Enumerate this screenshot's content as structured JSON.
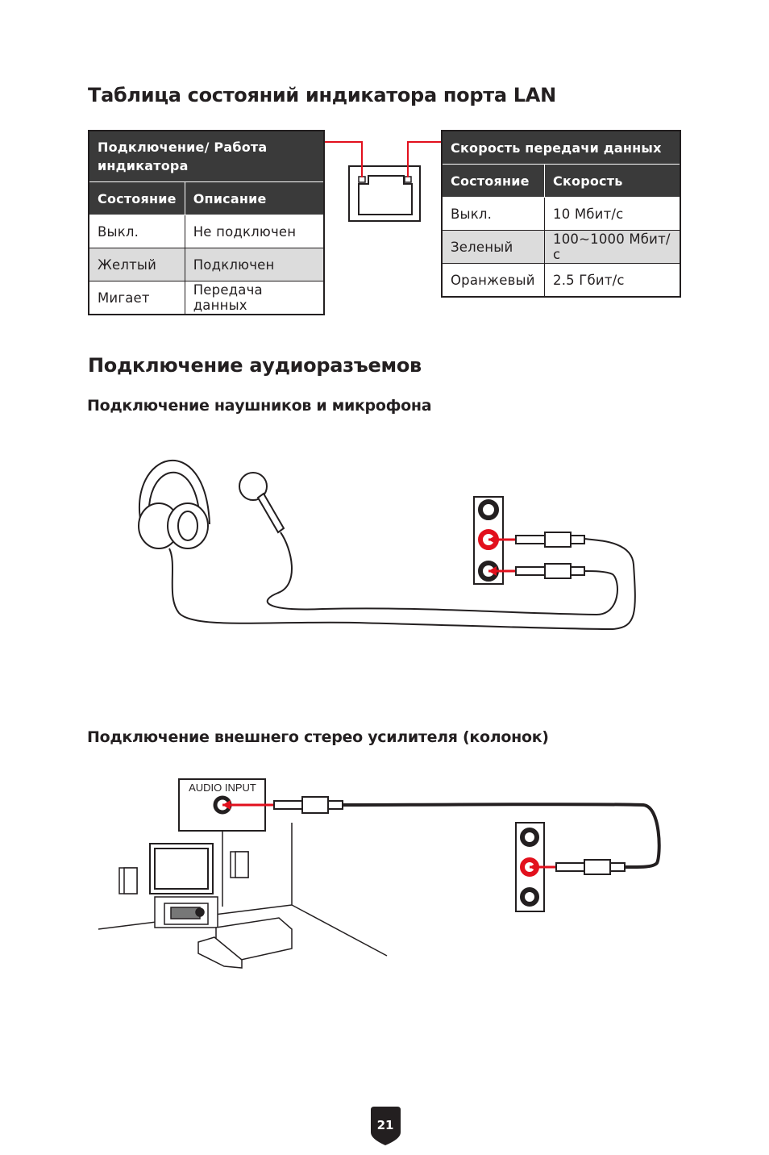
{
  "lan": {
    "title": "Таблица состояний индикатора порта LAN",
    "left_table": {
      "header": "Подключение/ Работа индикатора",
      "col1": "Состояние",
      "col2": "Описание",
      "rows": [
        [
          "Выкл.",
          "Не подключен"
        ],
        [
          "Желтый",
          "Подключен"
        ],
        [
          "Мигает",
          "Передача данных"
        ]
      ]
    },
    "right_table": {
      "header": "Скорость передачи данных",
      "col1": "Состояние",
      "col2": "Скорость",
      "rows": [
        [
          "Выкл.",
          "10 Мбит/с"
        ],
        [
          "Зеленый",
          "100~1000 Мбит/с"
        ],
        [
          "Оранжевый",
          "2.5 Гбит/с"
        ]
      ]
    }
  },
  "audio": {
    "title": "Подключение аудиоразъемов",
    "headset_title": "Подключение наушников и микрофона",
    "amp_title": "Подключение внешнего стерео усилителя (колонок)",
    "audio_input_label": "AUDIO INPUT"
  },
  "page_number": "21",
  "colors": {
    "accent": "#e2101d",
    "header_bg": "#3a3a3a",
    "alt_row": "#dcdcdc",
    "ink": "#231f20"
  },
  "icons": [
    "lan-port-icon",
    "headphones-icon",
    "microphone-icon",
    "audio-jack-panel-icon",
    "audio-plug-icon",
    "tv-icon",
    "speaker-icon",
    "receiver-icon",
    "sofa-icon",
    "page-badge-icon"
  ]
}
